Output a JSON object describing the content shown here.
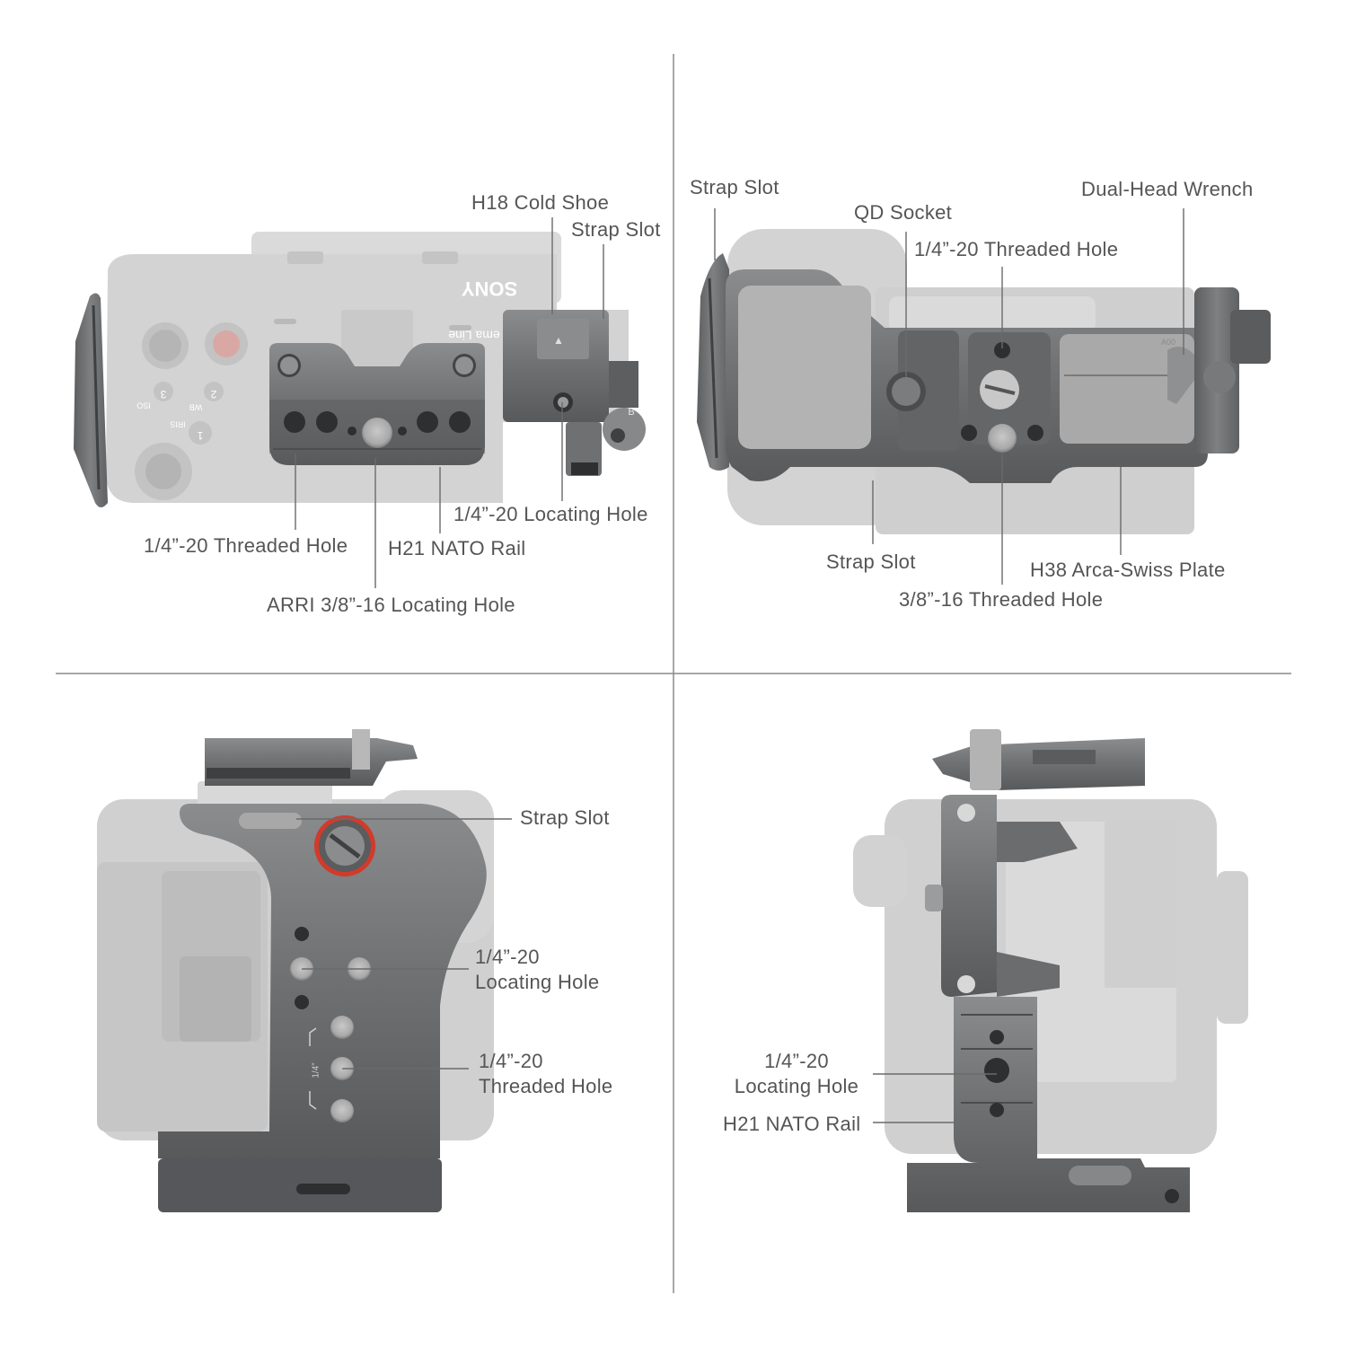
{
  "panels": {
    "top_left": {
      "brand": "SONY",
      "model_text": "ema Line",
      "btn_1": "1",
      "btn_2": "2",
      "btn_3": "3",
      "iris": "IRIS",
      "wb": "WB",
      "iso": "ISO",
      "latch": "B",
      "labels": {
        "cold_shoe": "H18 Cold Shoe",
        "strap_slot": "Strap Slot",
        "locating_hole": "1/4”-20 Locating Hole",
        "nato_rail": "H21 NATO Rail",
        "threaded_hole": "1/4”-20 Threaded Hole",
        "arri_hole": "ARRI 3/8”-16 Locating Hole"
      }
    },
    "top_right": {
      "plate_mark": "A00",
      "labels": {
        "strap_slot_top": "Strap Slot",
        "qd_socket": "QD Socket",
        "threaded_hole": "1/4”-20 Threaded Hole",
        "wrench": "Dual-Head Wrench",
        "strap_slot_bottom": "Strap Slot",
        "arca_plate": "H38 Arca-Swiss Plate",
        "threaded_38": "3/8”-16 Threaded Hole"
      }
    },
    "bottom_left": {
      "scale_mark": "1/4”",
      "labels": {
        "strap_slot": "Strap Slot",
        "locating_line1": "1/4”-20",
        "locating_line2": "Locating Hole",
        "threaded_line1": "1/4”-20",
        "threaded_line2": "Threaded Hole"
      }
    },
    "bottom_right": {
      "labels": {
        "locating_line1": "1/4”-20",
        "locating_line2": "Locating Hole",
        "nato_rail": "H21 NATO Rail"
      }
    }
  },
  "colors": {
    "divider": "#8a8a8a",
    "leader": "#6a6a6a",
    "label": "#555555",
    "camera_body": "#cdcdcd",
    "cage_metal": "#6f7173",
    "cage_dark": "#4a4c4e",
    "accent_ring": "#d23a2a"
  }
}
